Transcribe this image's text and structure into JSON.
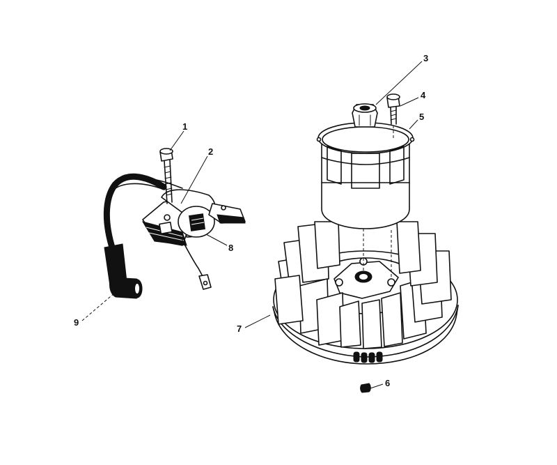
{
  "parts": [
    {
      "label": "1",
      "part": "coil-mounting-bolt"
    },
    {
      "label": "2",
      "part": "ignition-armature"
    },
    {
      "label": "3",
      "part": "flywheel-nut"
    },
    {
      "label": "4",
      "part": "screen-bolt"
    },
    {
      "label": "5",
      "part": "rotating-screen"
    },
    {
      "label": "6",
      "part": "flywheel-key"
    },
    {
      "label": "7",
      "part": "flywheel"
    },
    {
      "label": "8",
      "part": "armature-lead"
    },
    {
      "label": "9",
      "part": "spark-plug-boot"
    }
  ]
}
